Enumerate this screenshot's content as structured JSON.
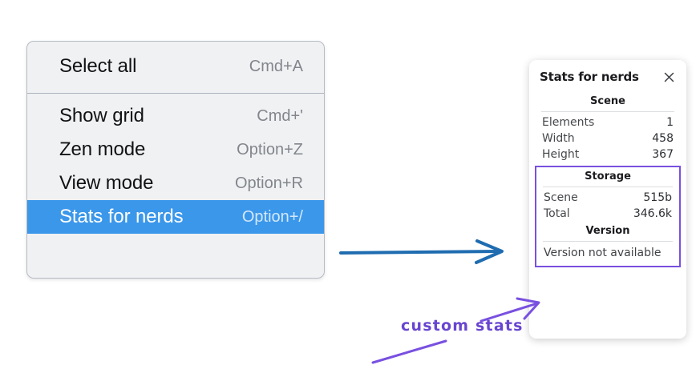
{
  "colors": {
    "menu_bg": "#f0f1f3",
    "menu_border": "#b6bcc5",
    "menu_separator": "#aab2bd",
    "menu_selected_bg": "#3b97ea",
    "menu_label": "#111214",
    "menu_shortcut": "#82868c",
    "panel_bg": "#ffffff",
    "annotation_blue": "#1f6cb0",
    "annotation_purple": "#7950e0",
    "annotation_purple_text": "#6845d0"
  },
  "context_menu": {
    "groups": [
      {
        "items": [
          {
            "label": "Select all",
            "shortcut": "Cmd+A",
            "selected": false
          }
        ]
      },
      {
        "items": [
          {
            "label": "Show grid",
            "shortcut": "Cmd+'",
            "selected": false
          },
          {
            "label": "Zen mode",
            "shortcut": "Option+Z",
            "selected": false
          },
          {
            "label": "View mode",
            "shortcut": "Option+R",
            "selected": false
          },
          {
            "label": "Stats for nerds",
            "shortcut": "Option+/",
            "selected": true
          }
        ]
      }
    ]
  },
  "stats_panel": {
    "title": "Stats for nerds",
    "close_icon": "close-icon",
    "sections": [
      {
        "name": "scene",
        "title": "Scene",
        "rows": [
          {
            "key": "Elements",
            "value": "1"
          },
          {
            "key": "Width",
            "value": "458"
          },
          {
            "key": "Height",
            "value": "367"
          }
        ]
      },
      {
        "name": "storage",
        "title": "Storage",
        "rows": [
          {
            "key": "Scene",
            "value": "515b"
          },
          {
            "key": "Total",
            "value": "346.6k"
          }
        ]
      },
      {
        "name": "version",
        "title": "Version",
        "text": "Version not available"
      }
    ]
  },
  "annotations": {
    "custom_stats_label": "custom stats"
  }
}
